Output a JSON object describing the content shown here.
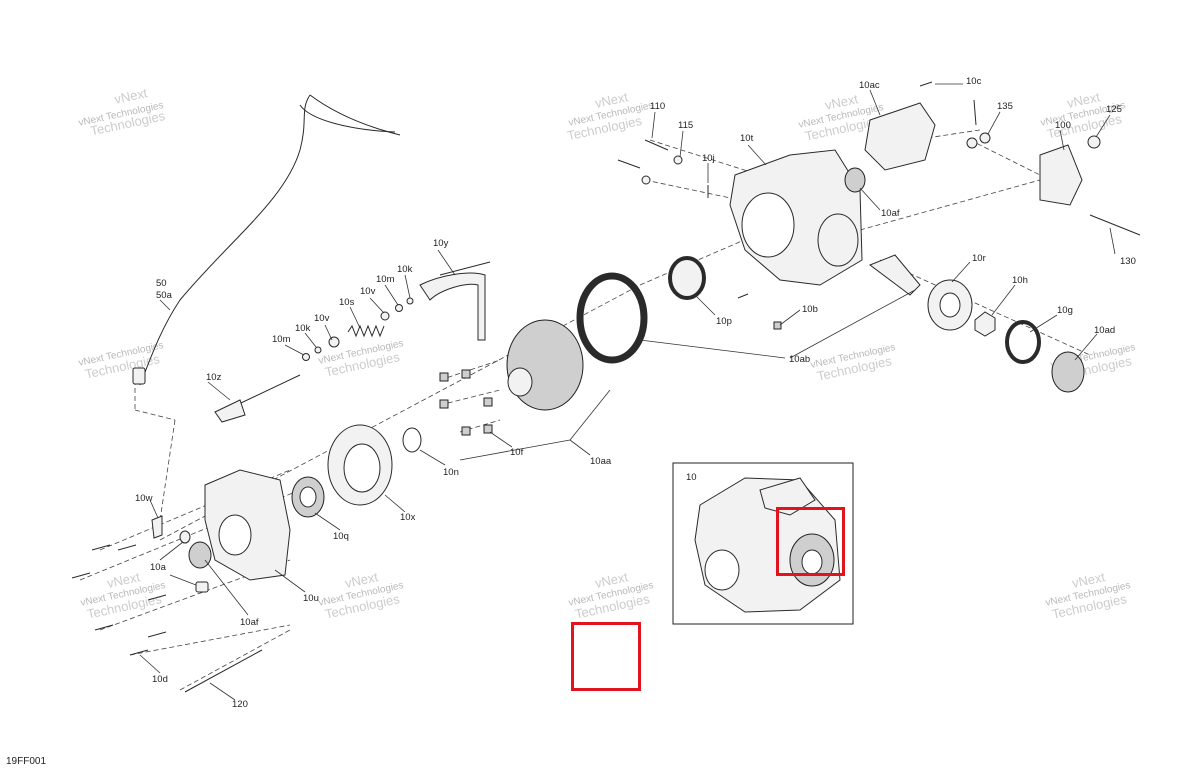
{
  "diagram": {
    "figure_code": "19FF001",
    "watermark": {
      "line1": "vNext Technologies",
      "line2": "Technologies",
      "line3": "vNext"
    },
    "inset": {
      "label": "10"
    },
    "callouts": {
      "c110": "110",
      "c115": "115",
      "c10j": "10j",
      "c10t": "10t",
      "c10ac": "10ac",
      "c10c": "10c",
      "c135": "135",
      "c100": "100",
      "c125": "125",
      "c130": "130",
      "c10af_top": "10af",
      "c10r": "10r",
      "c10h": "10h",
      "c10g": "10g",
      "c10ad": "10ad",
      "c10b": "10b",
      "c10p": "10p",
      "c10ab": "10ab",
      "c10y": "10y",
      "c10k_top": "10k",
      "c10m_top": "10m",
      "c10v_top": "10v",
      "c10s": "10s",
      "c10v_mid": "10v",
      "c10k_mid": "10k",
      "c10m_mid": "10m",
      "c10z": "10z",
      "c50": "50",
      "c50a": "50a",
      "c10w": "10w",
      "c10a": "10a",
      "c10af_bot": "10af",
      "c10u": "10u",
      "c10d": "10d",
      "c120": "120",
      "c10q": "10q",
      "c10x": "10x",
      "c10n": "10n",
      "c10f": "10f",
      "c10aa": "10aa"
    }
  }
}
